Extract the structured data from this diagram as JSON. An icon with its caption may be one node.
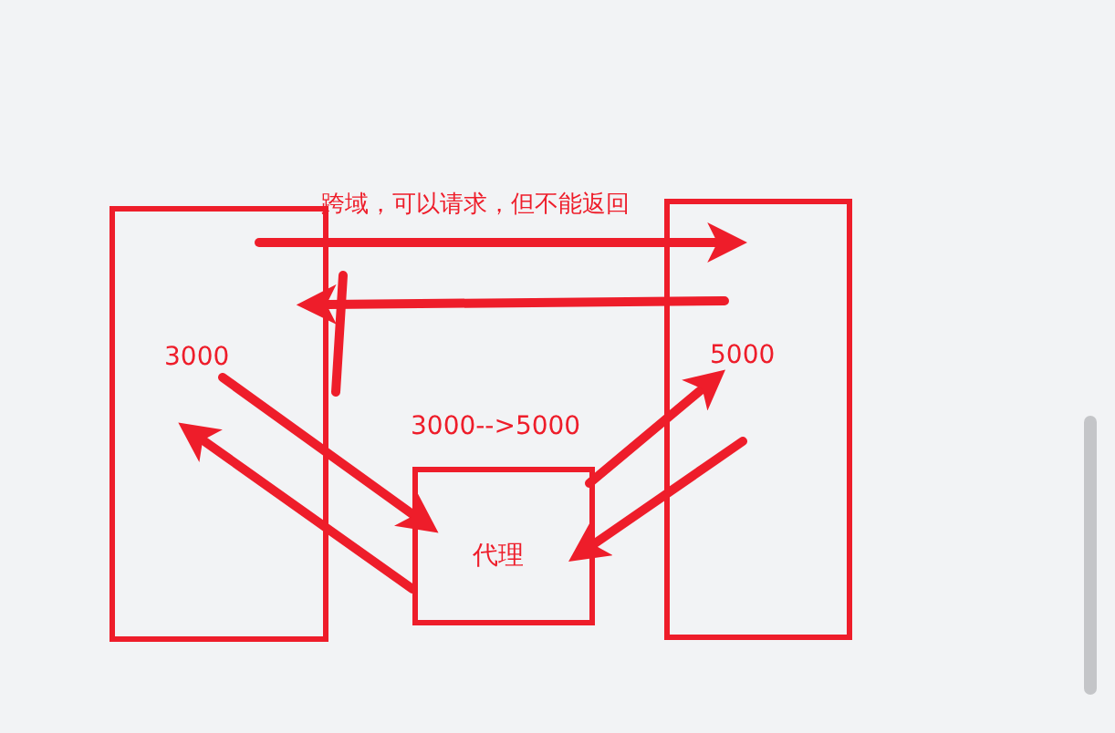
{
  "diagram": {
    "nodes": [
      {
        "text": [
          "3000"
        ]
      },
      {
        "text": [
          "5000"
        ]
      },
      {
        "text": [
          "代理"
        ],
        "beside": [
          "3000-->5000"
        ]
      }
    ],
    "edges": [
      {
        "from": 0,
        "to": 1,
        "arrow": "to",
        "label": "跨域，可以请求，但不能返回"
      },
      {
        "from": 1,
        "to": 0,
        "arrow": "to"
      },
      {
        "from": 0,
        "to": 2,
        "arrow": "to"
      },
      {
        "from": 2,
        "to": 0,
        "arrow": "to"
      },
      {
        "from": 2,
        "to": 1,
        "arrow": "to"
      },
      {
        "from": 1,
        "to": 2,
        "arrow": "to"
      }
    ]
  }
}
